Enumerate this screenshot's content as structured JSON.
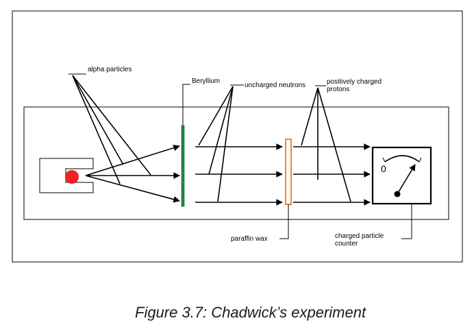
{
  "labels": {
    "alpha_particles": "alpha  particles",
    "beryllium": "Beryllium",
    "uncharged_neutrons": "uncharged neutrons",
    "positively_charged_line1": "positively charged",
    "positively_charged_line2": "protons",
    "paraffin_wax": "paraffin wax",
    "counter_line1": "charged particle",
    "counter_line2": "counter",
    "dial_zero": "0"
  },
  "caption": "Figure 3.7: Chadwick’s experiment",
  "colors": {
    "source": "#ee2222",
    "beryllium": "#1f8a3a",
    "paraffin": "#ee7a1a",
    "line": "#000000"
  },
  "icons": {
    "source": "red-circle-alpha-source",
    "counter": "dial-meter-icon"
  }
}
